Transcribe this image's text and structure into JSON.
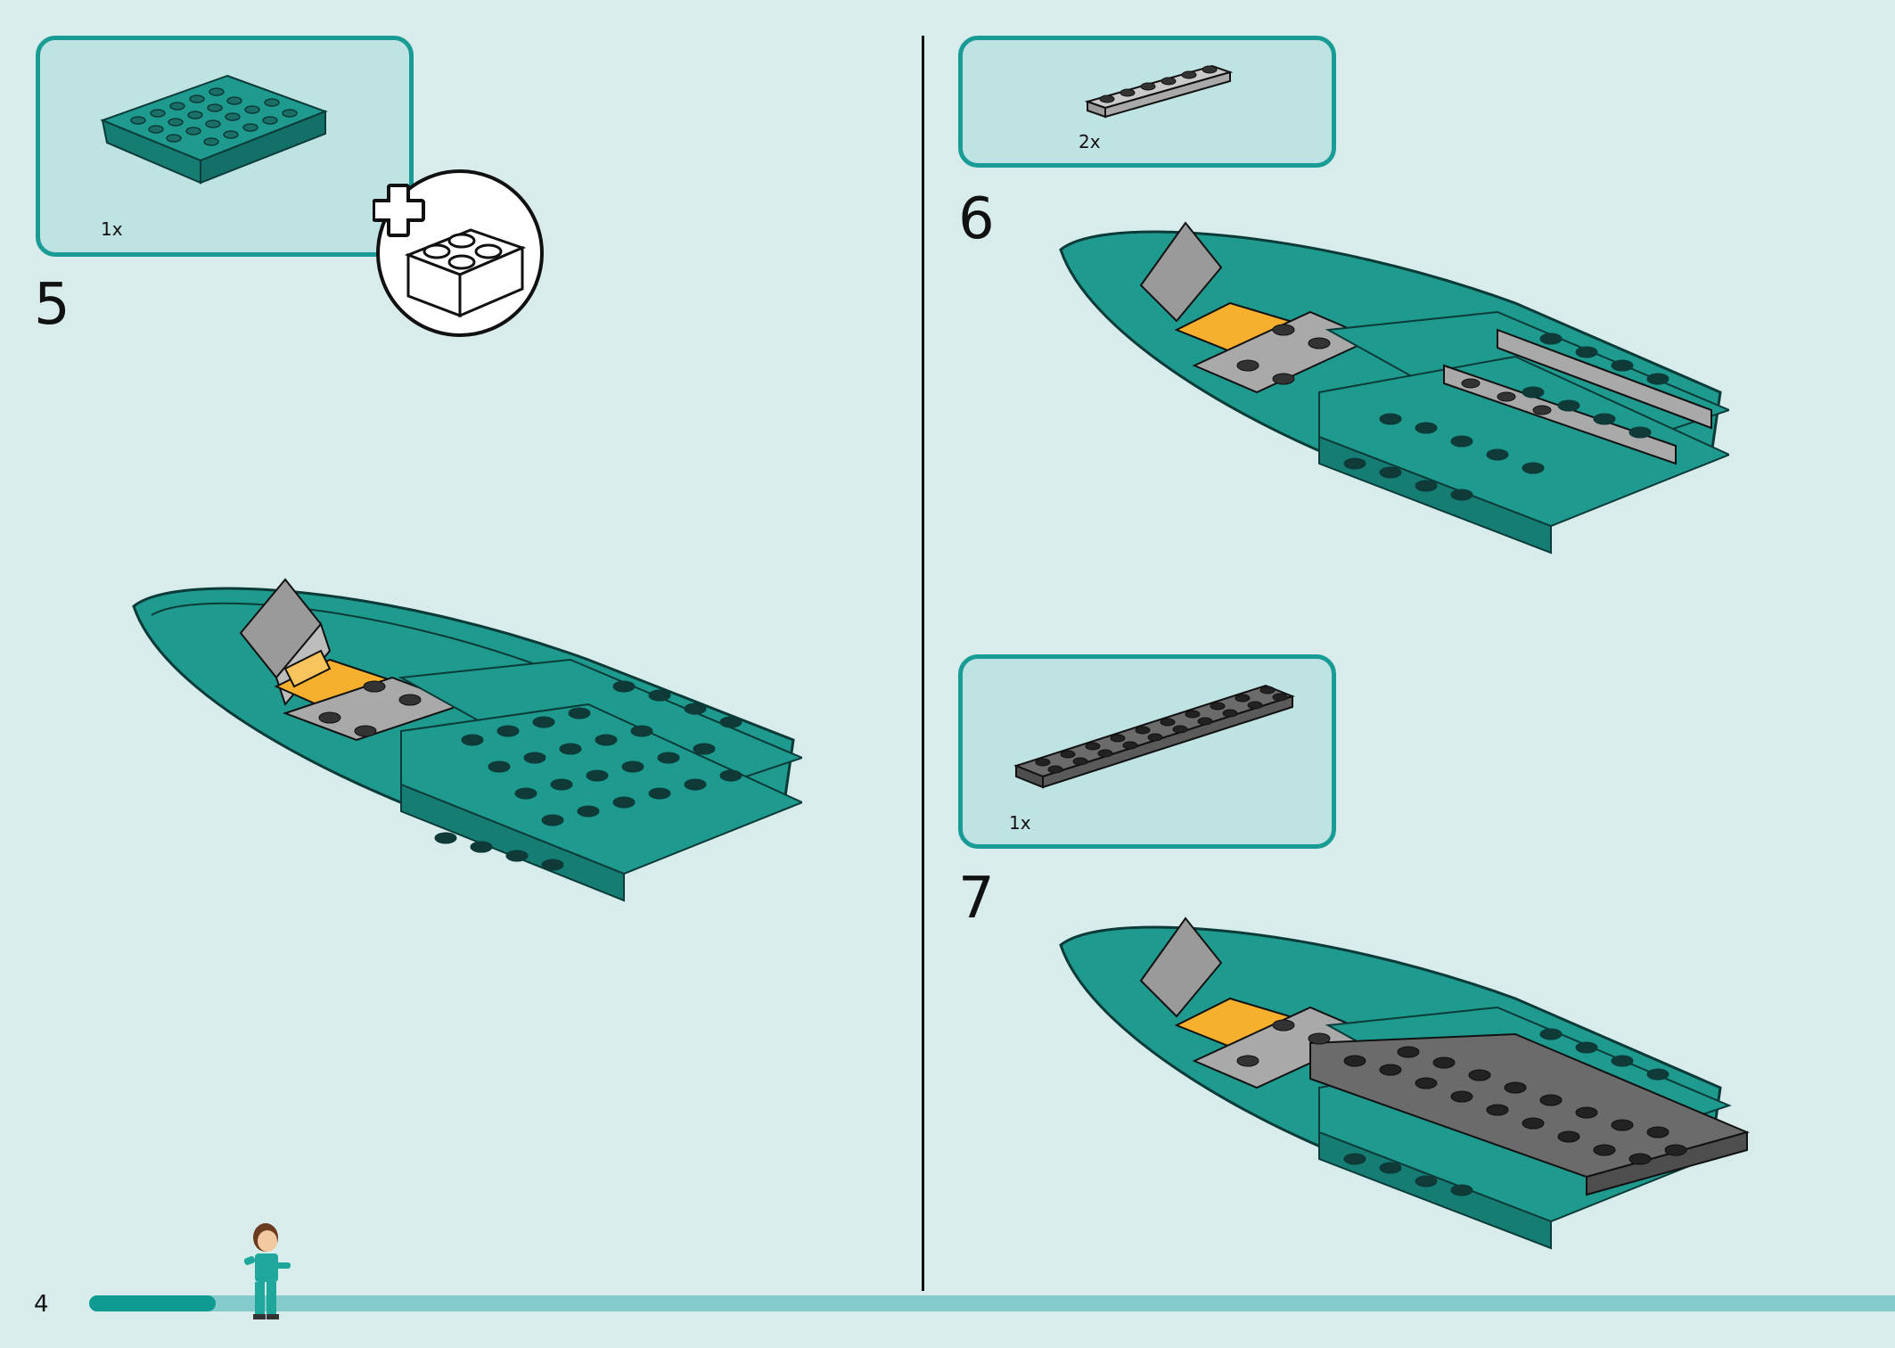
{
  "page": {
    "page_number": "4",
    "progress_fraction": 0.07
  },
  "colors": {
    "background": "#d8ecec",
    "accent": "#1a9c96",
    "part_teal": "#1e9a8f",
    "part_gray": "#a9a9a9",
    "part_dark_gray": "#6b6b6b",
    "part_yellow": "#f6b02e"
  },
  "steps": [
    {
      "number": "5",
      "parts": [
        {
          "quantity": "1x",
          "icon": "teal-boat-hull-plate-icon"
        }
      ],
      "new_bag_badge": "plus-brick-icon"
    },
    {
      "number": "6",
      "parts": [
        {
          "quantity": "2x",
          "icon": "gray-1x6-plate-icon"
        }
      ]
    },
    {
      "number": "7",
      "parts": [
        {
          "quantity": "1x",
          "icon": "dark-gray-2x10-plate-icon"
        }
      ]
    }
  ]
}
